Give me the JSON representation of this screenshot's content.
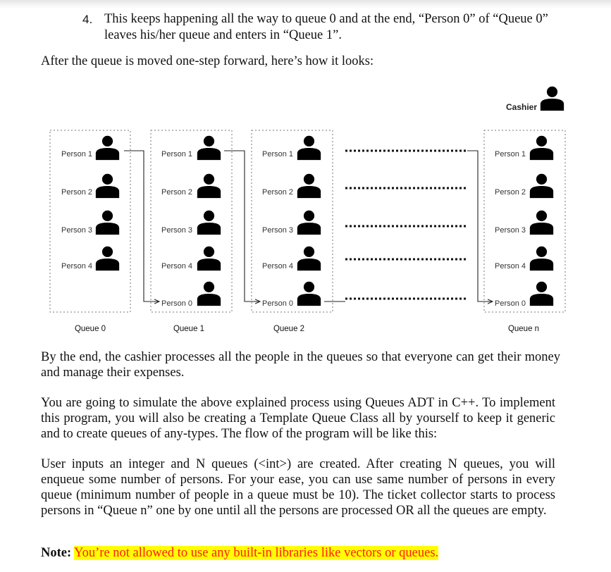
{
  "step": {
    "number": "4.",
    "text_line1": "This keeps happening all the way to queue 0 and at the end, “Person 0” of “Queue 0”",
    "text_line2": "leaves his/her queue and enters in “Queue 1”."
  },
  "after_text": "After the queue is moved one-step forward, here’s how it looks:",
  "diagram": {
    "cashier_label": "Cashier",
    "queues": [
      {
        "name": "Queue 0",
        "persons": [
          "Person 1",
          "Person 2",
          "Person 3",
          "Person 4"
        ]
      },
      {
        "name": "Queue 1",
        "persons": [
          "Person 1",
          "Person 2",
          "Person 3",
          "Person 4",
          "Person 0"
        ]
      },
      {
        "name": "Queue 2",
        "persons": [
          "Person 1",
          "Person 2",
          "Person 3",
          "Person 4",
          "Person 0"
        ]
      },
      {
        "name": "Queue n",
        "persons": [
          "Person 1",
          "Person 2",
          "Person 3",
          "Person 4",
          "Person 0"
        ]
      }
    ],
    "icon": "person-icon",
    "line_color": "#222222"
  },
  "paragraphs": {
    "cashier": "By the end, the cashier processes all the people in the queues so that everyone can get their money and manage their expenses.",
    "simulate": "You are going to simulate the above explained process using Queues ADT in C++. To implement this program, you will also be creating a Template Queue Class all by yourself to keep it generic and to create queues of any-types. The flow of the program will be like this:",
    "flow": "User inputs an integer and N queues (<int>) are created. After creating N queues, you will enqueue some number of persons. For your ease, you can use same number of persons in every queue (minimum number of people in a queue must be 10). The ticket collector starts to process persons in “Queue n” one by one until all the persons are processed OR all the queues are empty."
  },
  "note": {
    "label": "Note:",
    "text": "You’re not allowed to use any built-in libraries like vectors or queues.",
    "highlight_color": "#ffff00",
    "text_color": "#ff1a1a"
  }
}
